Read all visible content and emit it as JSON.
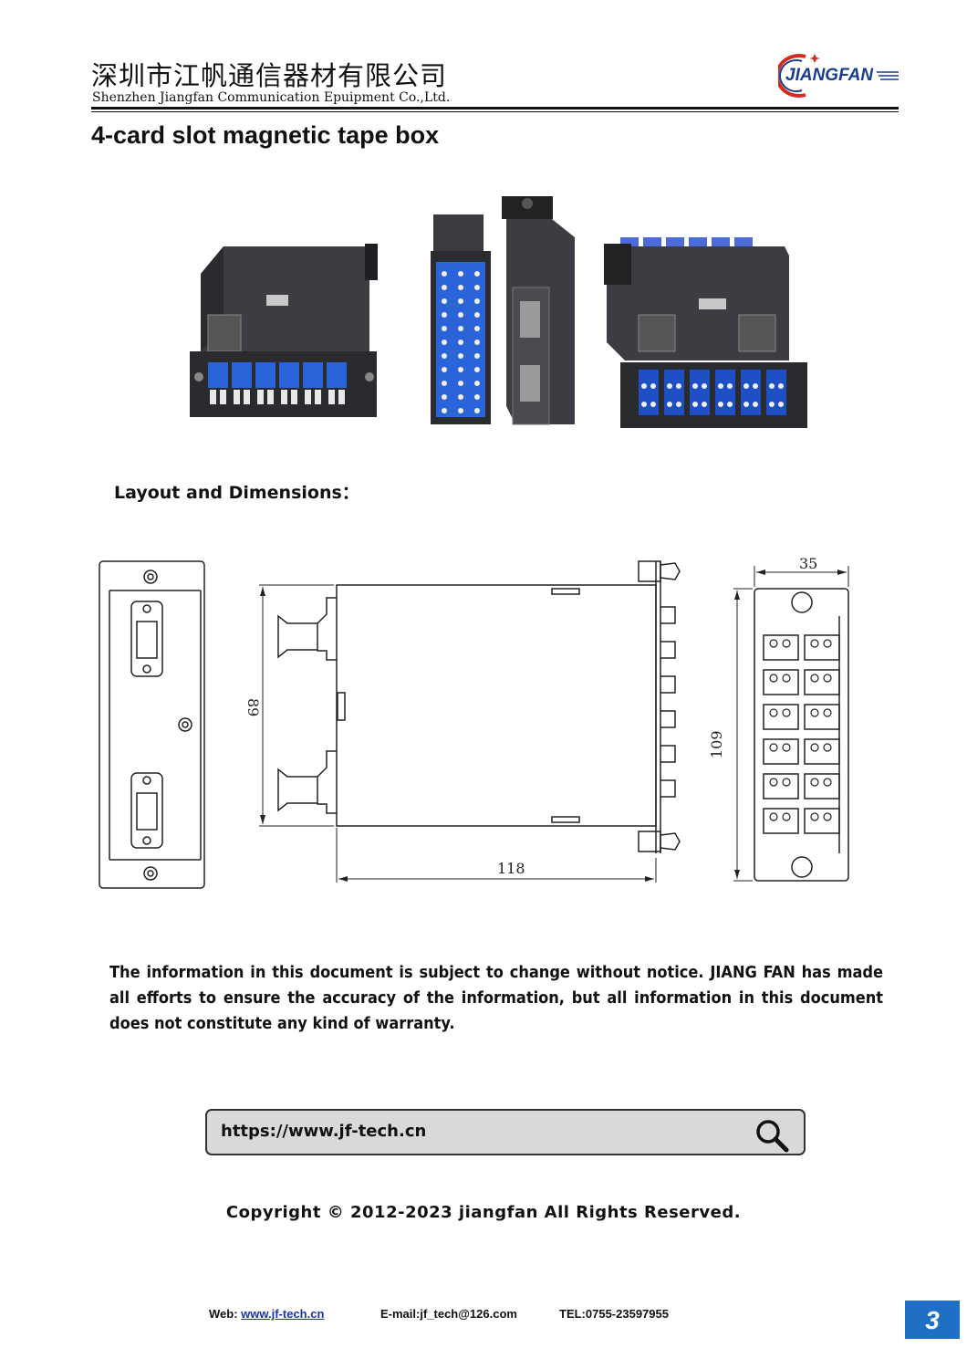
{
  "header": {
    "company_cn": "深圳市江帆通信器材有限公司",
    "company_en": "Shenzhen Jiangfan Communication Epuipment Co.,Ltd.",
    "logo_text": "JIANGFAN"
  },
  "page_title": "4-card slot magnetic tape box",
  "section_heading": "Layout and Dimensions：",
  "dimensions": {
    "side_height": "89",
    "side_length": "118",
    "front_width": "35",
    "front_height": "109"
  },
  "disclaimer": "The information in this document is subject to change without notice. JIANG FAN has made all efforts to ensure the accuracy of the information, but all information in this document does not constitute any kind of warranty.",
  "search": {
    "url": "https://www.jf-tech.cn"
  },
  "copyright": "Copyright © 2012-2023 jiangfan All Rights Reserved.",
  "footer": {
    "web_label": "Web: ",
    "web_link": "www.jf-tech.cn",
    "email": "E-mail:jf_tech@126.com",
    "tel": "TEL:0755-23597955"
  },
  "page_number": "3",
  "colors": {
    "accent_blue": "#1f6fc4",
    "logo_red": "#d52b1e",
    "logo_blue": "#1a3d8f",
    "adapter_blue": "#2a64d8"
  }
}
